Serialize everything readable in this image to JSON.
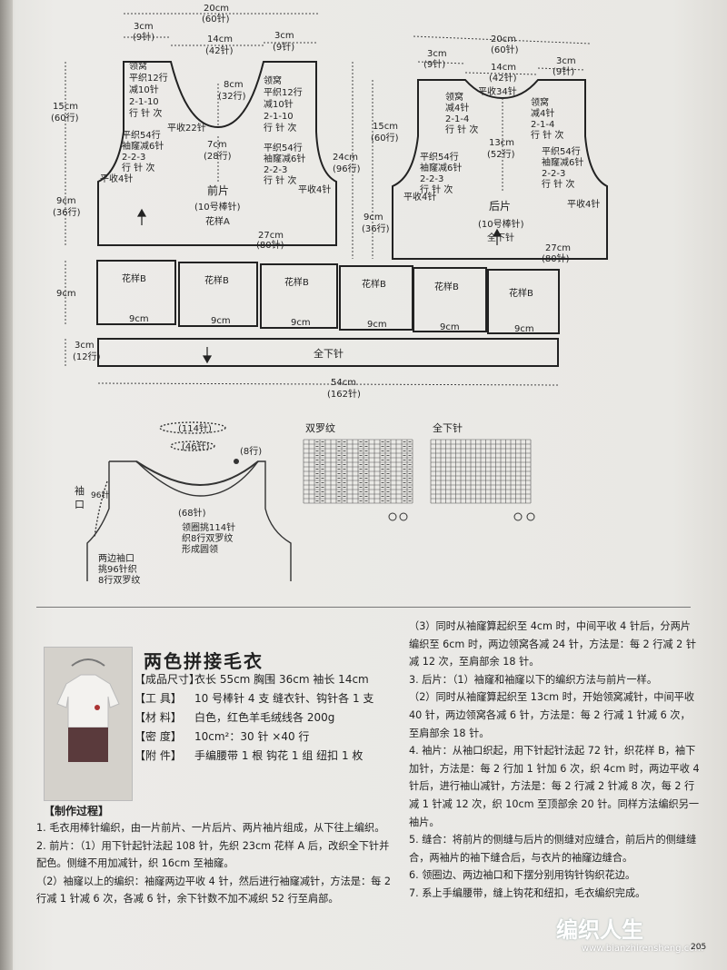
{
  "diagram": {
    "top_width": "20cm",
    "top_width_st": "(60针)",
    "shoulder_l": "3cm",
    "shoulder_l_st": "(9针)",
    "neck_width": "14cm",
    "neck_width_st": "(42针)",
    "shoulder_r": "3cm",
    "shoulder_r_st": "(9针)",
    "front_left_h": "15cm",
    "front_left_h_st": "(60行)",
    "front_lower_h": "9cm",
    "front_lower_h_st": "(36行)",
    "front_neck_note": [
      "领窝",
      "平织12行",
      "减10针",
      "2-1-10",
      "行 针 次"
    ],
    "front_neck_note_r": [
      "领窝",
      "平织12行",
      "减10针",
      "2-1-10",
      "行 针 次"
    ],
    "front_neck_depth": "8cm",
    "front_neck_depth_st": "(32行)",
    "front_center_bind": "平收22针",
    "front_armhole_depth": "7cm",
    "front_armhole_depth_st": "(28行)",
    "front_arm_note": [
      "平织54行",
      "袖窿减6针",
      "2-2-3",
      "行 针 次"
    ],
    "front_arm_note_r": [
      "平织54行",
      "袖窿减6针",
      "2-2-3",
      "行 针 次"
    ],
    "front_bind_l": "平收4针",
    "front_bind_r": "平收4针",
    "front_name": "前片",
    "front_needle": "(10号棒针)",
    "front_pattern": "花样A",
    "front_bottom": "27cm",
    "front_bottom_st": "(80针)",
    "total_h": "24cm",
    "total_h_st": "(96行)",
    "back_left_h": "15cm",
    "back_left_h_st": "(60行)",
    "back_lower_h": "9cm",
    "back_lower_h_st": "(36行)",
    "back_top_width": "20cm",
    "back_top_width_st": "(60针)",
    "back_shoulder_l": "3cm",
    "back_shoulder_l_st": "(9针)",
    "back_neck_width": "14cm",
    "back_neck_width_st": "(42针)",
    "back_shoulder_r": "3cm",
    "back_shoulder_r_st": "(9针)",
    "back_center_bind": "平收34针",
    "back_neck_note": [
      "领窝",
      "减4针",
      "2-1-4",
      "行 针 次"
    ],
    "back_neck_note_r": [
      "领窝",
      "减4针",
      "2-1-4",
      "行 针 次"
    ],
    "back_mid": "13cm",
    "back_mid_st": "(52行)",
    "back_arm_note": [
      "平织54行",
      "袖窿减6针",
      "2-2-3",
      "行 针 次"
    ],
    "back_arm_note_r": [
      "平织54行",
      "袖窿减6针",
      "2-2-3",
      "行 针 次"
    ],
    "back_bind_l": "平收4针",
    "back_bind_r": "平收4针",
    "back_name": "后片",
    "back_needle": "(10号棒针)",
    "back_pattern": "全下针",
    "back_bottom": "27cm",
    "back_bottom_st": "(80针)",
    "band_h": "9cm",
    "blocks": [
      "花样B",
      "花样B",
      "花样B",
      "花样B",
      "花样B",
      "花样B"
    ],
    "block_w": "9cm",
    "hem_h": "3cm",
    "hem_h_st": "(12行)",
    "hem_label": "全下针",
    "hem_total": "54cm",
    "hem_total_st": "(162针)",
    "collar_top": "(114针)",
    "collar_46": "(46针)",
    "collar_8": "(8行)",
    "collar_68": "(68针)",
    "collar_note": [
      "领圈挑114针",
      "织8行双罗纹",
      "形成圆领"
    ],
    "sleeve_word": [
      "袖",
      "口"
    ],
    "sleeve_96": "96针",
    "sleeve_note": [
      "两边袖口",
      "挑96针织",
      "8行双罗纹"
    ],
    "chart1_title": "双罗纹",
    "chart2_title": "全下针"
  },
  "article": {
    "title": "两色拼接毛衣",
    "specs": [
      {
        "k": "【成品尺寸】",
        "v": "衣长 55cm   胸围 36cm   袖长 14cm"
      },
      {
        "k": "【工    具】",
        "v": "10 号棒针 4 支   缝衣针、钩针各 1 支"
      },
      {
        "k": "【材    料】",
        "v": "白色，红色羊毛绒线各 200g"
      },
      {
        "k": "【密    度】",
        "v": "10cm²：30 针 ×40 行"
      },
      {
        "k": "【附    件】",
        "v": "手编腰带 1 根   钩花 1 组   纽扣 1 枚"
      }
    ],
    "process_title": "【制作过程】",
    "left_paras": [
      "1. 毛衣用棒针编织，由一片前片、一片后片、两片袖片组成，从下往上编织。",
      "2. 前片：（1）用下针起针法起 108 针，先织 23cm 花样 A 后，改织全下针并配色。侧缝不用加减针，织 16cm 至袖窿。",
      "（2）袖窿以上的编织：袖窿两边平收 4 针，然后进行袖窿减针，方法是：每 2 行减 1 针减 6 次，各减 6 针，余下针数不加不减织 52 行至肩部。"
    ],
    "right_paras": [
      "（3）同时从袖窿算起织至 4cm 时，中间平收 4 针后，分两片编织至 6cm 时，两边领窝各减 24 针，方法是：每 2 行减 2 针减 12 次，至肩部余 18 针。",
      "3. 后片：（1）袖窿和袖窿以下的编织方法与前片一样。",
      "（2）同时从袖窿算起织至 13cm 时，开始领窝减针，中间平收 40 针，两边领窝各减 6 针，方法是：每 2 行减 1 针减 6 次，至肩部余 18 针。",
      "4. 袖片：从袖口织起，用下针起针法起 72 针，织花样 B，袖下加针，方法是：每 2 行加 1 针加 6 次，织 4cm 时，两边平收 4 针后，进行袖山减针，方法是：每 2 行减 2 针减 8 次，每 2 行减 1 针减 12 次，织 10cm 至顶部余 20 针。同样方法编织另一袖片。",
      "5. 缝合：将前片的侧缝与后片的侧缝对应缝合，前后片的侧缝缝合，两袖片的袖下缝合后，与衣片的袖窿边缝合。",
      "6. 领圈边、两边袖口和下摆分别用钩针钩织花边。",
      "7. 系上手编腰带，缝上钩花和纽扣，毛衣编织完成。"
    ],
    "page_number": "205",
    "watermark": "编织人生",
    "watermark_url": "www.bianzhirensheng.com"
  }
}
